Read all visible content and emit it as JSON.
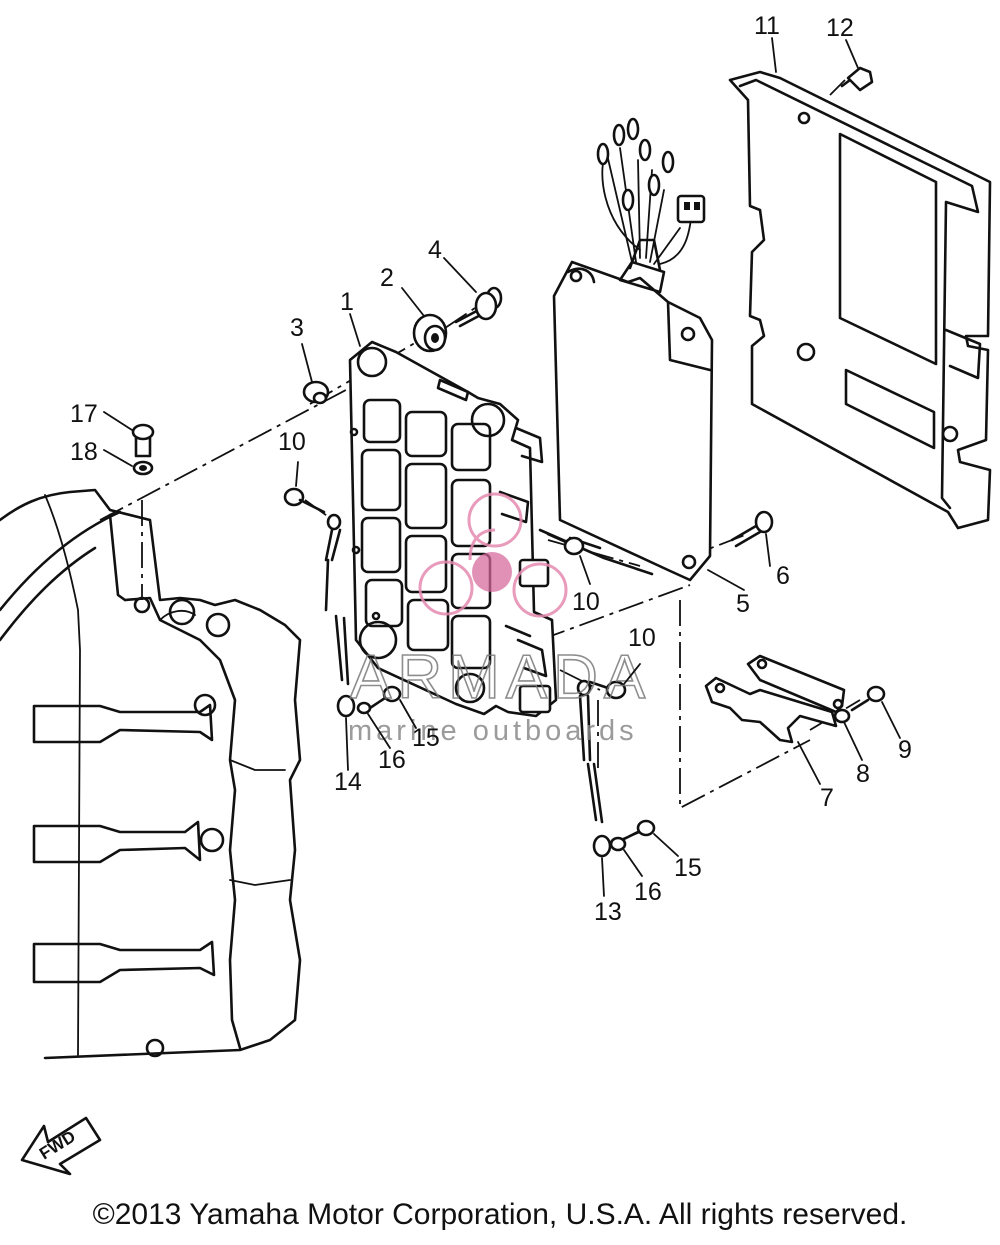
{
  "callouts": [
    "1",
    "2",
    "3",
    "4",
    "5",
    "6",
    "7",
    "8",
    "9",
    "10",
    "10",
    "10",
    "11",
    "12",
    "13",
    "14",
    "15",
    "15",
    "16",
    "16",
    "17",
    "18"
  ],
  "watermark": {
    "brand": "ARMADA",
    "tagline": "marine outboards",
    "color": "#e58ab0"
  },
  "direction_marker": "FWD",
  "copyright": "©2013 Yamaha Motor Corporation, U.S.A. All rights reserved."
}
